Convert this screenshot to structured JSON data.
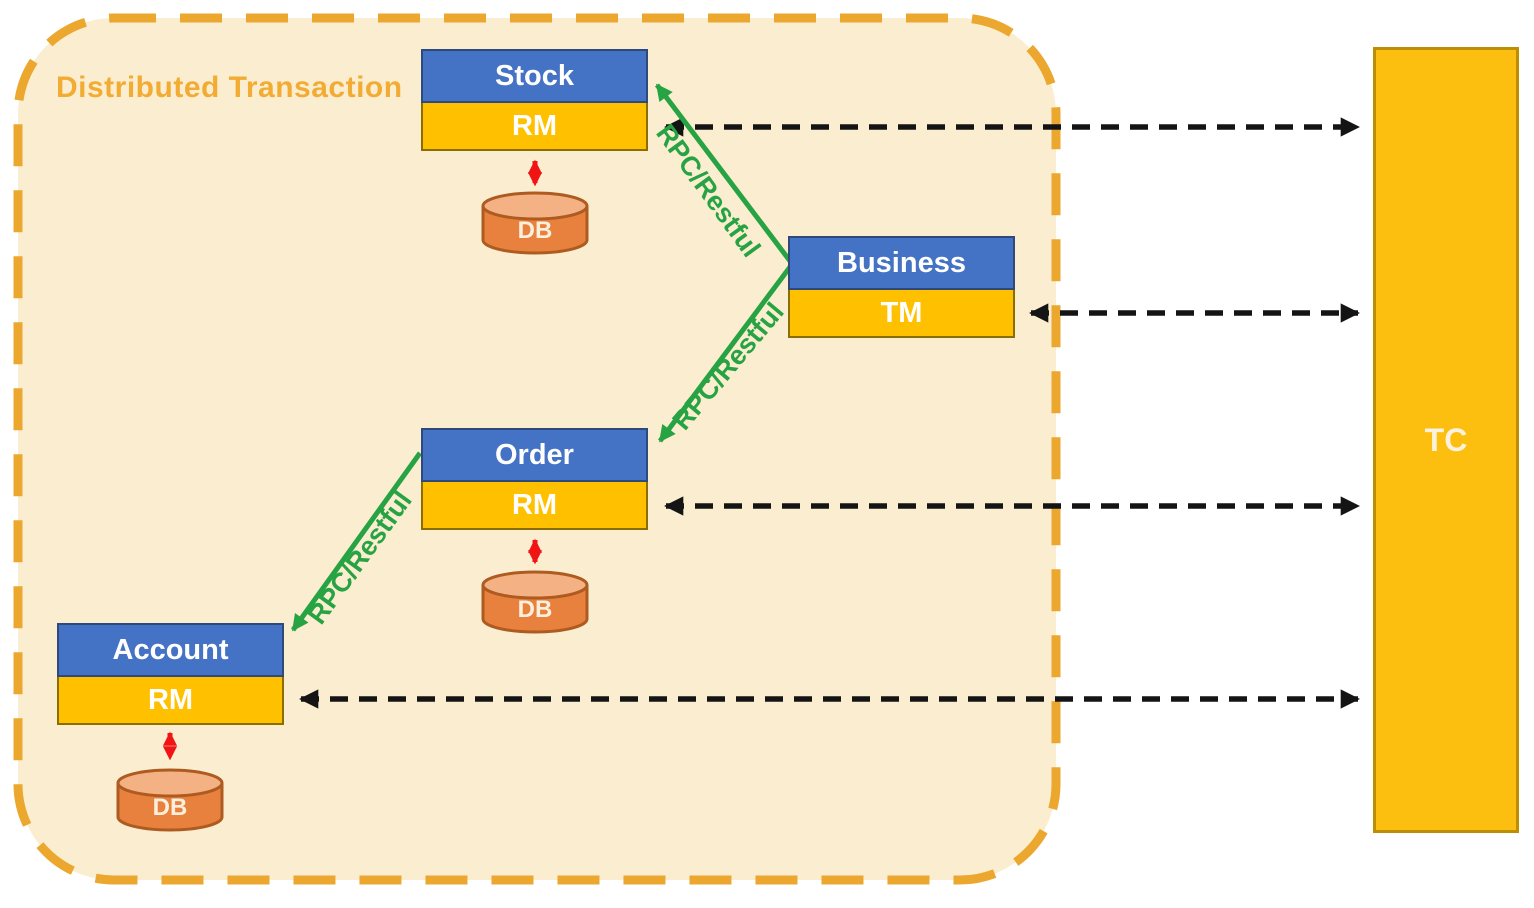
{
  "diagram": {
    "title": "Distributed Transaction",
    "rpc_label": "RPC/Restful",
    "tc_label": "TC",
    "services": [
      {
        "name": "Stock",
        "role": "RM",
        "db": "DB"
      },
      {
        "name": "Business",
        "role": "TM"
      },
      {
        "name": "Order",
        "role": "RM",
        "db": "DB"
      },
      {
        "name": "Account",
        "role": "RM",
        "db": "DB"
      }
    ],
    "colors": {
      "header_blue": "#4472C4",
      "band_gold": "#FFC000",
      "tc_gold": "#FCBF10",
      "container_bg": "#FBEED0",
      "container_border": "#EBA72E",
      "title_text": "#F2AC33",
      "green_arrow": "#27A343",
      "red_arrow": "#F01414",
      "black_arrow": "#141414",
      "db_body_orange": "#E8813E",
      "db_top_orange": "#F4B183"
    }
  }
}
